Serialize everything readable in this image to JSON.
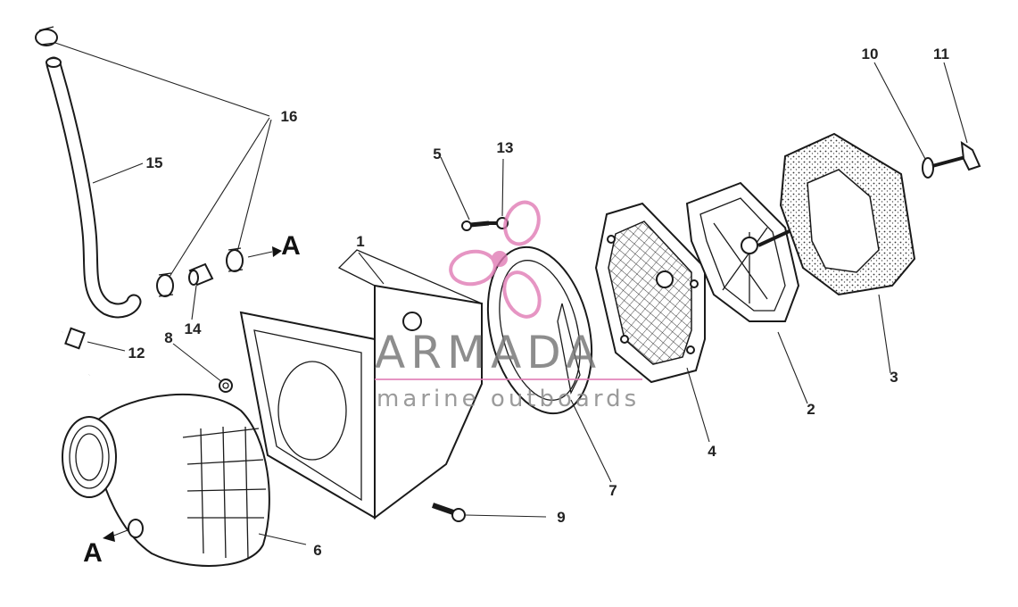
{
  "diagram": {
    "part_labels": [
      {
        "id": "1",
        "text": "1"
      },
      {
        "id": "2",
        "text": "2"
      },
      {
        "id": "3",
        "text": "3"
      },
      {
        "id": "4",
        "text": "4"
      },
      {
        "id": "5",
        "text": "5"
      },
      {
        "id": "6",
        "text": "6"
      },
      {
        "id": "7",
        "text": "7"
      },
      {
        "id": "8",
        "text": "8"
      },
      {
        "id": "9",
        "text": "9"
      },
      {
        "id": "10",
        "text": "10"
      },
      {
        "id": "11",
        "text": "11"
      },
      {
        "id": "12",
        "text": "12"
      },
      {
        "id": "13",
        "text": "13"
      },
      {
        "id": "14",
        "text": "14"
      },
      {
        "id": "15",
        "text": "15"
      },
      {
        "id": "16",
        "text": "16"
      }
    ],
    "connection_markers": {
      "upper": "A",
      "lower": "A"
    }
  },
  "watermark": {
    "brand": "ARMADA",
    "tagline": "marine outboards",
    "color": "#e07bb5"
  }
}
